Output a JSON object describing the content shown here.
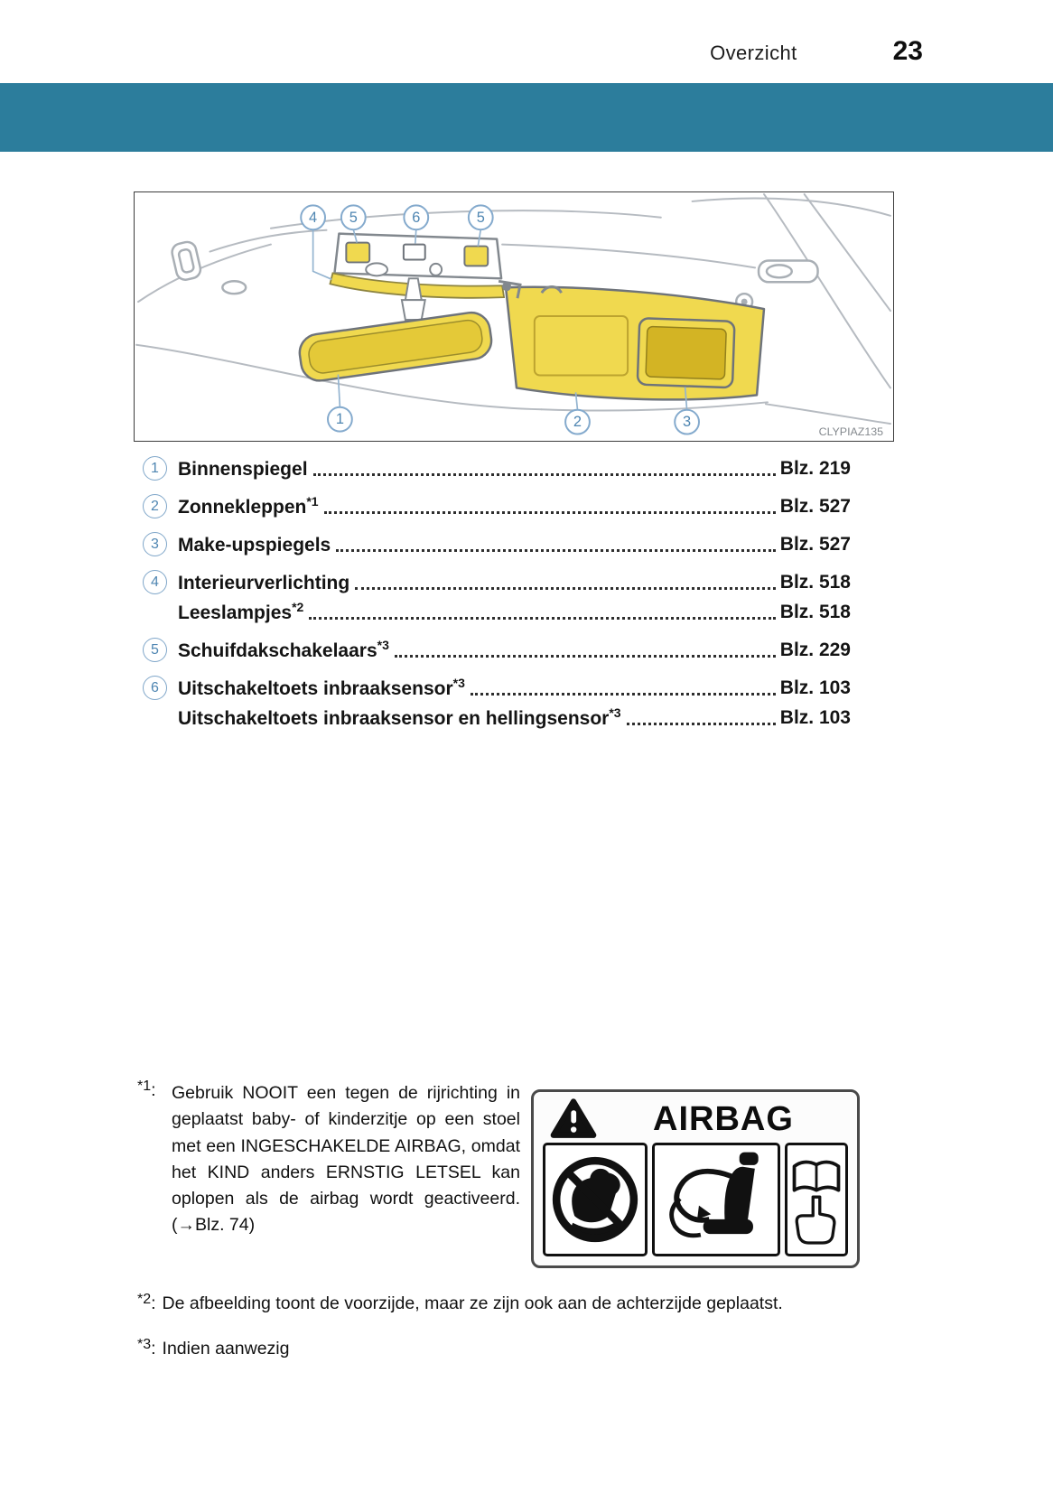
{
  "header": {
    "section_title": "Overzicht",
    "page_number": "23"
  },
  "figure": {
    "watermark": "CLYPIAZ135",
    "callouts": {
      "c1": "1",
      "c2": "2",
      "c3": "3",
      "c4": "4",
      "c5": "5",
      "c6": "6"
    }
  },
  "toc": {
    "items": [
      {
        "num": "1",
        "lines": [
          {
            "label": "Binnenspiegel",
            "sup": "",
            "page": "Blz. 219"
          }
        ]
      },
      {
        "num": "2",
        "lines": [
          {
            "label": "Zonnekleppen",
            "sup": "*1",
            "page": "Blz. 527"
          }
        ]
      },
      {
        "num": "3",
        "lines": [
          {
            "label": "Make-upspiegels",
            "sup": "",
            "page": "Blz. 527"
          }
        ]
      },
      {
        "num": "4",
        "lines": [
          {
            "label": "Interieurverlichting",
            "sup": "",
            "page": "Blz. 518"
          },
          {
            "label": "Leeslampjes",
            "sup": "*2",
            "page": "Blz. 518"
          }
        ]
      },
      {
        "num": "5",
        "lines": [
          {
            "label": "Schuifdakschakelaars",
            "sup": "*3",
            "page": "Blz. 229"
          }
        ]
      },
      {
        "num": "6",
        "lines": [
          {
            "label": "Uitschakeltoets inbraaksensor",
            "sup": "*3",
            "page": "Blz. 103"
          },
          {
            "label": "Uitschakeltoets inbraaksensor en hellingsensor",
            "sup": "*3",
            "page": "Blz. 103"
          }
        ]
      }
    ]
  },
  "footnotes": {
    "fn1": {
      "marker": "*1",
      "colon": ":",
      "text": "Gebruik NOOIT een tegen de rijrichting in geplaatst baby- of kinderzitje op een stoel met een INGESCHAKELDE AIRBAG, omdat het KIND anders ERNSTIG LETSEL kan oplopen als de airbag wordt geactiveerd. (→Blz. 74)"
    },
    "fn2": {
      "marker": "*2",
      "colon": ":",
      "text": "De afbeelding toont de voorzijde, maar ze zijn ook aan de achterzijde geplaatst."
    },
    "fn3": {
      "marker": "*3",
      "colon": ":",
      "text": "Indien aanwezig"
    }
  },
  "airbag_label": {
    "title": "AIRBAG"
  },
  "colors": {
    "band": "#2c7d9c",
    "highlight_yellow": "#f0d94f",
    "callout_blue": "#4f86b2"
  }
}
